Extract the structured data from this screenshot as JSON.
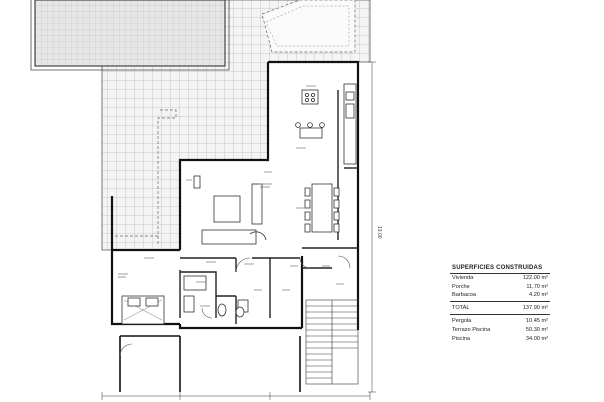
{
  "legend": {
    "title": "SUPERFICIES CONSTRUIDAS",
    "rows": [
      {
        "label": "Vivienda",
        "value": "122.00 m²"
      },
      {
        "label": "Porche",
        "value": "11.70 m²"
      },
      {
        "label": "Barbacoa",
        "value": "4.20 m²"
      }
    ],
    "total": {
      "label": "TOTAL",
      "value": "137.90 m²"
    },
    "extras": [
      {
        "label": "Pergola",
        "value": "10.45 m²"
      },
      {
        "label": "Terrazo Piscina",
        "value": "50.30 m²"
      },
      {
        "label": "Piscina",
        "value": "34.00 m²"
      }
    ]
  },
  "dimensions": {
    "vertical": "13.00"
  }
}
